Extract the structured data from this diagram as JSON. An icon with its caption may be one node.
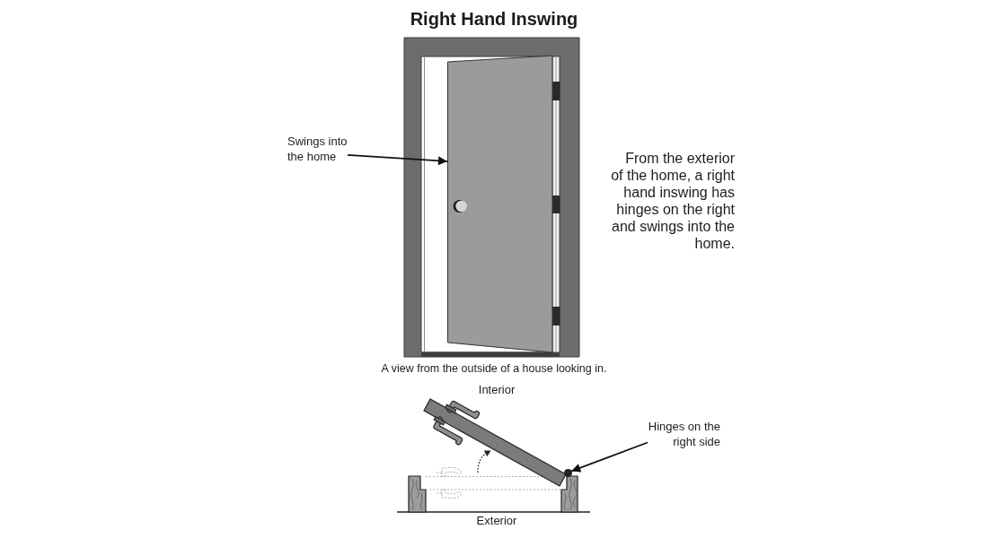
{
  "diagram": {
    "title": "Right Hand Inswing",
    "caption": "A view from the outside of a house looking in.",
    "nodes": [
      {
        "text": [
          "Swings into the home"
        ]
      },
      {
        "text": [],
        "shape": "picture"
      },
      {
        "text": [
          "Hinges on the right side"
        ]
      },
      {
        "text": [],
        "shape": "circle"
      }
    ],
    "edges": [
      {
        "from": 0,
        "to": 1,
        "arrow": "to"
      },
      {
        "from": 2,
        "to": 3,
        "arrow": "to"
      }
    ],
    "labels": [
      "From the exterior of the home, a right hand inswing has hinges on the right and swings into the home.",
      "Interior",
      "Exterior"
    ]
  }
}
